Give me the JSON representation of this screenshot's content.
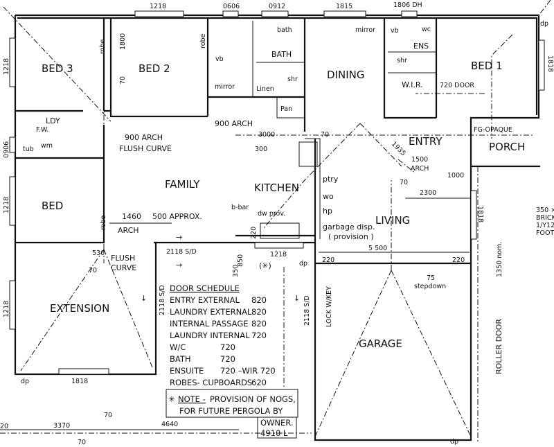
{
  "rooms": {
    "bed3": "BED 3",
    "bed2": "BED 2",
    "bath": "BATH",
    "dining": "DINING",
    "bed1": "BED 1",
    "ens": "ENS",
    "wir": "W.I.R.",
    "ldy": "LDY",
    "bed": "BED",
    "family": "FAMILY",
    "kitchen": "KITCHEN",
    "entry": "ENTRY",
    "porch": "PORCH",
    "living": "LIVING",
    "extension": "EXTENSION",
    "garage": "GARAGE"
  },
  "fixtures": {
    "robe": "robe",
    "bath_tub": "bath",
    "vb": "vb",
    "wc": "wc",
    "shr": "shr",
    "linen": "Linen",
    "pan": "Pan",
    "mirror": "mirror",
    "tub": "tub",
    "wm": "wm",
    "fw": "F.W.",
    "ptry": "ptry",
    "wo": "wo",
    "hp": "hp",
    "garbage": "garbage disp.",
    "provision": "( provision )",
    "dw": "dw prov.",
    "bbar": "b-bar",
    "dp": "dp"
  },
  "windows": {
    "w1218_top": "1218",
    "w0606": "0606",
    "w0912": "0912",
    "w1815": "1815",
    "w1806": "1806  DH",
    "w1218_left1": "1218",
    "w0906": "0906",
    "w1218_left2": "1218",
    "w1218_left3": "1218",
    "w1818_bed1": "1818",
    "w1818_living": "1818",
    "w1818_ext": "1818",
    "w1218_kitchen": "1218"
  },
  "dimensions": {
    "d1800": "1800",
    "d70a": "70",
    "arch900a": "900 ARCH",
    "arch900b": "900 ARCH",
    "flush_curve_a": "FLUSH CURVE",
    "d3000": "3000",
    "d70b": "70",
    "d300": "300",
    "door720": "720 DOOR",
    "fg_opaque": "FG-OPAQUE",
    "d1935": "1935",
    "arch1500": "1500",
    "arch1500_lbl": "ARCH",
    "d1000": "1000",
    "d70c": "70",
    "d2300": "2300",
    "d1460": "1460",
    "arch_lbl": "ARCH",
    "d500": "500 APPROX.",
    "d530": "530",
    "flush_curve_b": "FLUSH",
    "flush_curve_c": "CURVE",
    "d70d": "70",
    "sd2118a": "2118 S/D",
    "sd2118b": "2118 S/D",
    "sd2118c": "2118 S/D",
    "d220a": "220",
    "d850": "850",
    "d350": "350",
    "star": "(✳)",
    "d5500": "5 500",
    "d220b": "220",
    "d220c": "220",
    "d75": "75",
    "stepdown": "stepdown",
    "d1350": "1350 nom.",
    "lock": "LOCK W/KEY",
    "roller": "ROLLER DOOR",
    "footing1": "350 ×",
    "footing2": "BRICK",
    "footing3": "1/Y12",
    "footing4": "FOOTI",
    "d3370": "3370",
    "d70e": "70",
    "d4640": "4640",
    "d70f": "70",
    "d20": "20"
  },
  "door_schedule": {
    "title": "DOOR SCHEDULE",
    "rows": [
      {
        "name": "ENTRY EXTERNAL",
        "value": "820"
      },
      {
        "name": "LAUNDRY EXTERNAL",
        "value": "820"
      },
      {
        "name": "INTERNAL PASSAGE",
        "value": "820"
      },
      {
        "name": "LAUNDRY INTERNAL",
        "value": "720"
      },
      {
        "name": "W/C",
        "value": "720"
      },
      {
        "name": "BATH",
        "value": "720"
      },
      {
        "name": "ENSUITE",
        "value": "720 –WIR 720"
      },
      {
        "name": "ROBES- CUPBOARDS",
        "value": "620"
      }
    ]
  },
  "note": {
    "star": "✳",
    "label": "NOTE -",
    "line1": "PROVISION OF NOGS,",
    "line2": "FOR FUTURE PERGOLA BY",
    "line3": "OWNER.",
    "line4": "4910  L"
  }
}
